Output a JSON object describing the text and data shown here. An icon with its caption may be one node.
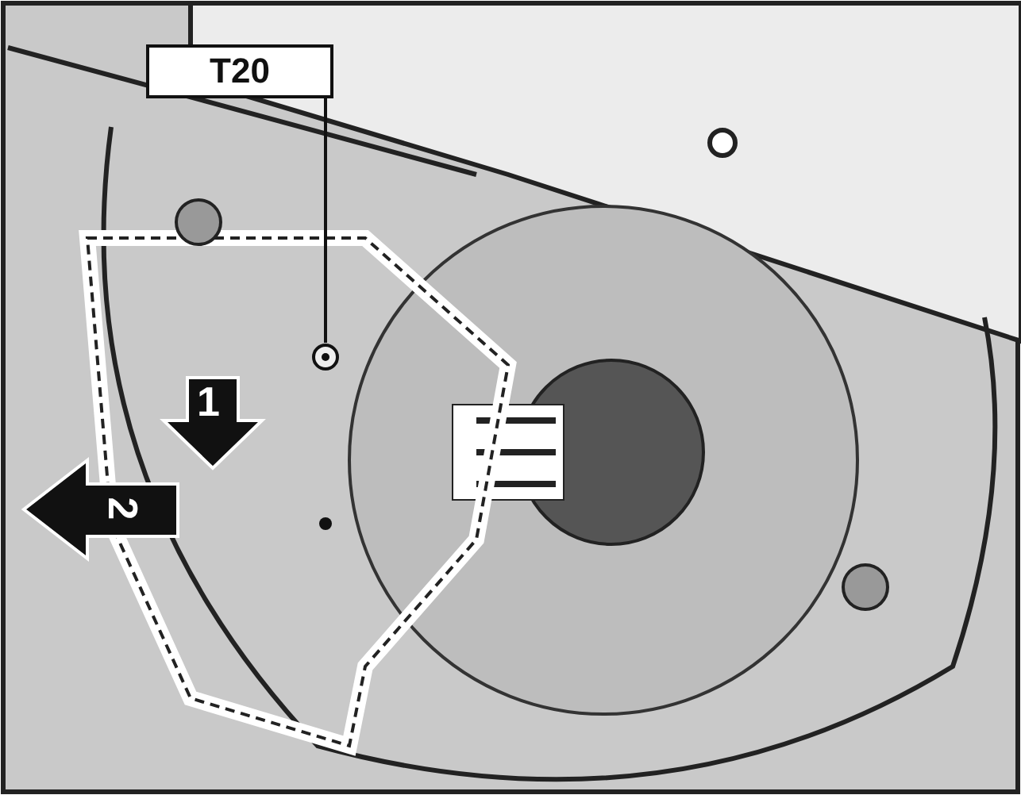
{
  "diagram": {
    "nodes": [
      {
        "text": [
          "T20"
        ]
      },
      {
        "text": [],
        "shape": "circle"
      }
    ],
    "edges": [
      {
        "from": 0,
        "to": 1,
        "arrow": "none"
      }
    ],
    "labels": [
      "1",
      "2"
    ]
  }
}
